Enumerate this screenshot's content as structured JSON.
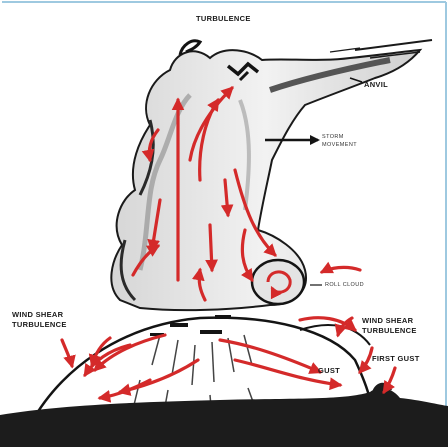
{
  "diagram": {
    "labels": {
      "turbulence_top": "TURBULENCE",
      "anvil": "ANVIL",
      "storm_movement_1": "STORM",
      "storm_movement_2": "MOVEMENT",
      "roll_cloud": "ROLL CLOUD",
      "wind_shear_left_1": "WIND SHEAR",
      "wind_shear_left_2": "TURBULENCE",
      "wind_shear_right_1": "WIND SHEAR",
      "wind_shear_right_2": "TURBULENCE",
      "gust": "GUST",
      "first_gust": "FIRST GUST"
    },
    "colors": {
      "arrow": "#d42a2a",
      "ink": "#141414",
      "cloud_shade": "#c8c8c8",
      "ground": "#1c1c1c",
      "frame": "#9ec9e0"
    }
  }
}
